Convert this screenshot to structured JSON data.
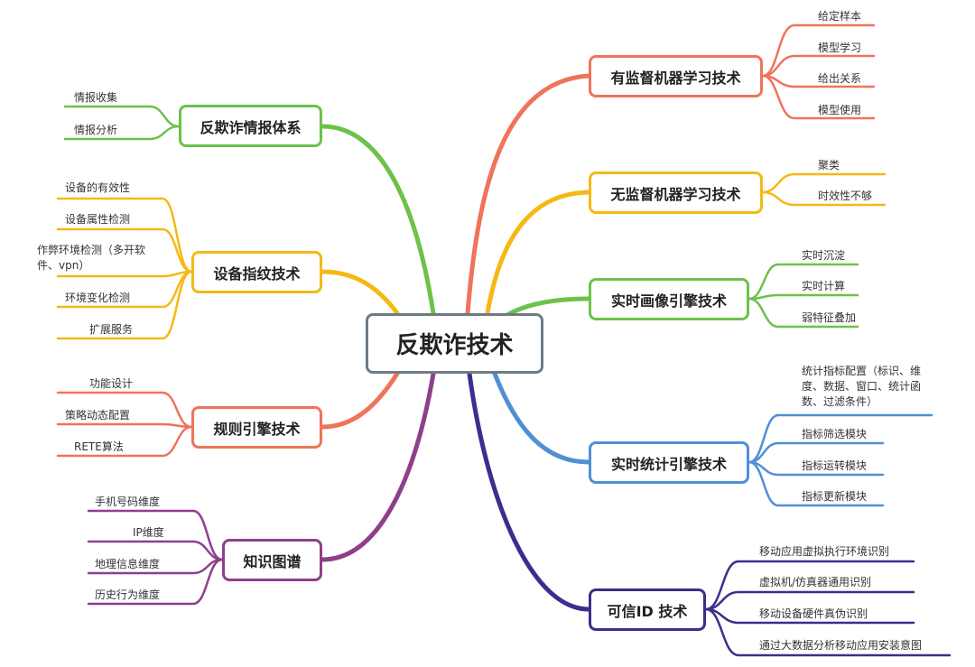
{
  "center": {
    "label": "反欺诈技术"
  },
  "branches": {
    "supervised": {
      "label": "有监督机器学习技术",
      "color": "#f0735a",
      "leaves": [
        "给定样本",
        "模型学习",
        "给出关系",
        "模型使用"
      ]
    },
    "unsupervised": {
      "label": "无监督机器学习技术",
      "color": "#f5b914",
      "leaves": [
        "聚类",
        "时效性不够"
      ]
    },
    "realtime_profile": {
      "label": "实时画像引擎技术",
      "color": "#6cc24a",
      "leaves": [
        "实时沉淀",
        "实时计算",
        "弱特征叠加"
      ]
    },
    "realtime_stats": {
      "label": "实时统计引擎技术",
      "color": "#4f8fd6",
      "leaves": [
        "统计指标配置（标识、维度、数据、窗口、统计函数、过滤条件）",
        "指标筛选模块",
        "指标运转模块",
        "指标更新模块"
      ]
    },
    "trusted_id": {
      "label": "可信ID 技术",
      "color": "#3b2e8c",
      "leaves": [
        "移动应用虚拟执行环境识别",
        "虚拟机/仿真器通用识别",
        "移动设备硬件真伪识别",
        "通过大数据分析移动应用安装意图"
      ]
    },
    "intel": {
      "label": "反欺诈情报体系",
      "color": "#6cc24a",
      "leaves": [
        "情报收集",
        "情报分析"
      ]
    },
    "fingerprint": {
      "label": "设备指纹技术",
      "color": "#f5b914",
      "leaves": [
        "设备的有效性",
        "设备属性检测",
        "作弊环境检测（多开软件、vpn）",
        "环境变化检测",
        "扩展服务"
      ]
    },
    "rules": {
      "label": "规则引擎技术",
      "color": "#f0735a",
      "leaves": [
        "功能设计",
        "策略动态配置",
        "RETE算法"
      ]
    },
    "knowledge": {
      "label": "知识图谱",
      "color": "#8e3f8c",
      "leaves": [
        "手机号码维度",
        "IP维度",
        "地理信息维度",
        "历史行为维度"
      ]
    }
  }
}
